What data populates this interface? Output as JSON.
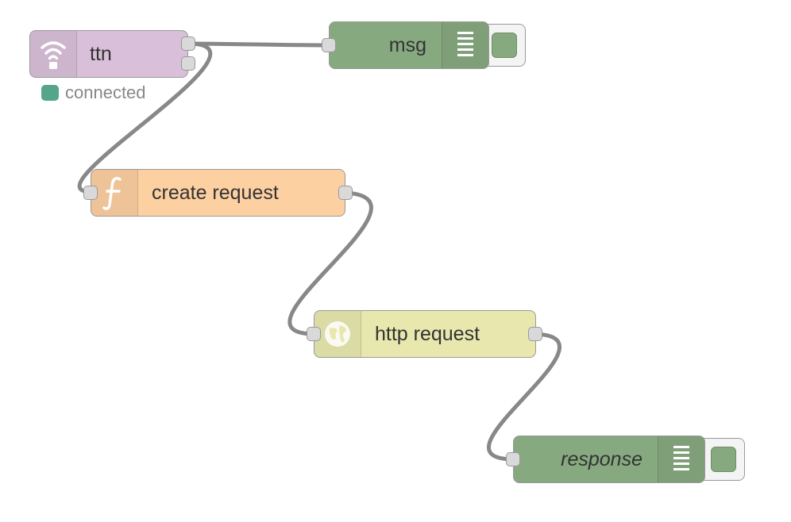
{
  "flow": {
    "nodes": {
      "ttn": {
        "label": "ttn",
        "icon": "wifi-icon",
        "color": "#d9bfd9",
        "status": {
          "text": "connected",
          "color": "#55a58a"
        }
      },
      "msg": {
        "label": "msg",
        "icon": "debug-list-icon",
        "color": "#87a980",
        "toggle_color": "#87a980"
      },
      "create_request": {
        "label": "create request",
        "icon": "function-icon",
        "color": "#fdd0a2"
      },
      "http_request": {
        "label": "http request",
        "icon": "globe-icon",
        "color": "#e7e7ae"
      },
      "response": {
        "label": "response",
        "icon": "debug-list-icon",
        "color": "#87a980",
        "toggle_color": "#87a980"
      }
    },
    "wire_color": "#888888",
    "port_color": "#d9d9d9",
    "border_color": "#999999"
  }
}
